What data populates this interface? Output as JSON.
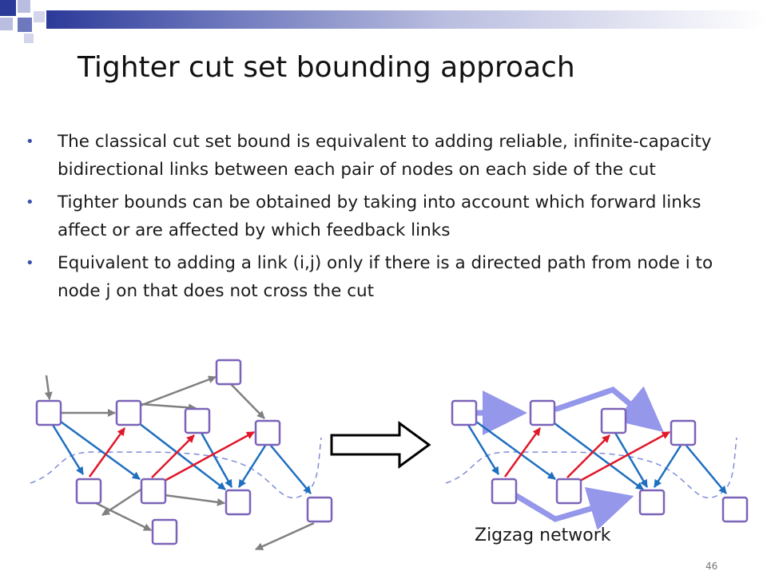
{
  "slide": {
    "title": "Tighter cut set bounding approach",
    "bullets": [
      "The classical cut set bound is equivalent to adding reliable, infinite-capacity bidirectional links between each pair of nodes on each side of the cut",
      "Tighter bounds can be obtained by taking into account which forward links affect or are affected by which feedback links",
      "Equivalent to adding a link (i,j) only if there is a directed path from node i to node j on that does not cross the cut"
    ],
    "caption": "Zigzag network",
    "page_number": "46",
    "colors": {
      "title_bar": "#2b3a99",
      "node_border": "#7b63b8",
      "forward_link": "#1f6fc0",
      "feedback_link": "#e0182a",
      "other_link": "#808080",
      "added_link": "#9497ea",
      "cut_line": "#7f8cd6"
    }
  }
}
